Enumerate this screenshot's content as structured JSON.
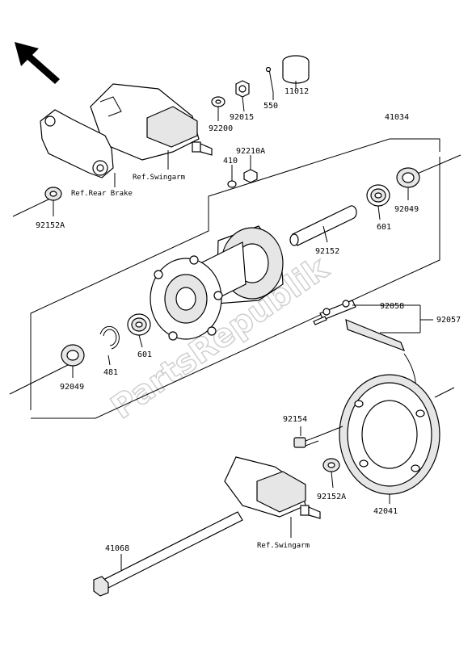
{
  "watermark": "PartsRepublik",
  "labels": {
    "p11012": "11012",
    "p550": "550",
    "p92015": "92015",
    "p92200": "92200",
    "p41034": "41034",
    "p92210A": "92210A",
    "p410": "410",
    "p92049_top": "92049",
    "p601_top": "601",
    "p92152": "92152",
    "p92152A_left": "92152A",
    "p92058": "92058",
    "p92057": "92057",
    "p601_bottom": "601",
    "p481": "481",
    "p92049_bottom": "92049",
    "p92154": "92154",
    "p92152A_right": "92152A",
    "p42041": "42041",
    "p41068": "41068"
  },
  "refs": {
    "swingarm_top": "Ref.Swingarm",
    "rear_brake": "Ref.Rear Brake",
    "swingarm_bottom": "Ref.Swingarm"
  },
  "icons": {
    "direction": "front-direction-arrow-icon"
  }
}
